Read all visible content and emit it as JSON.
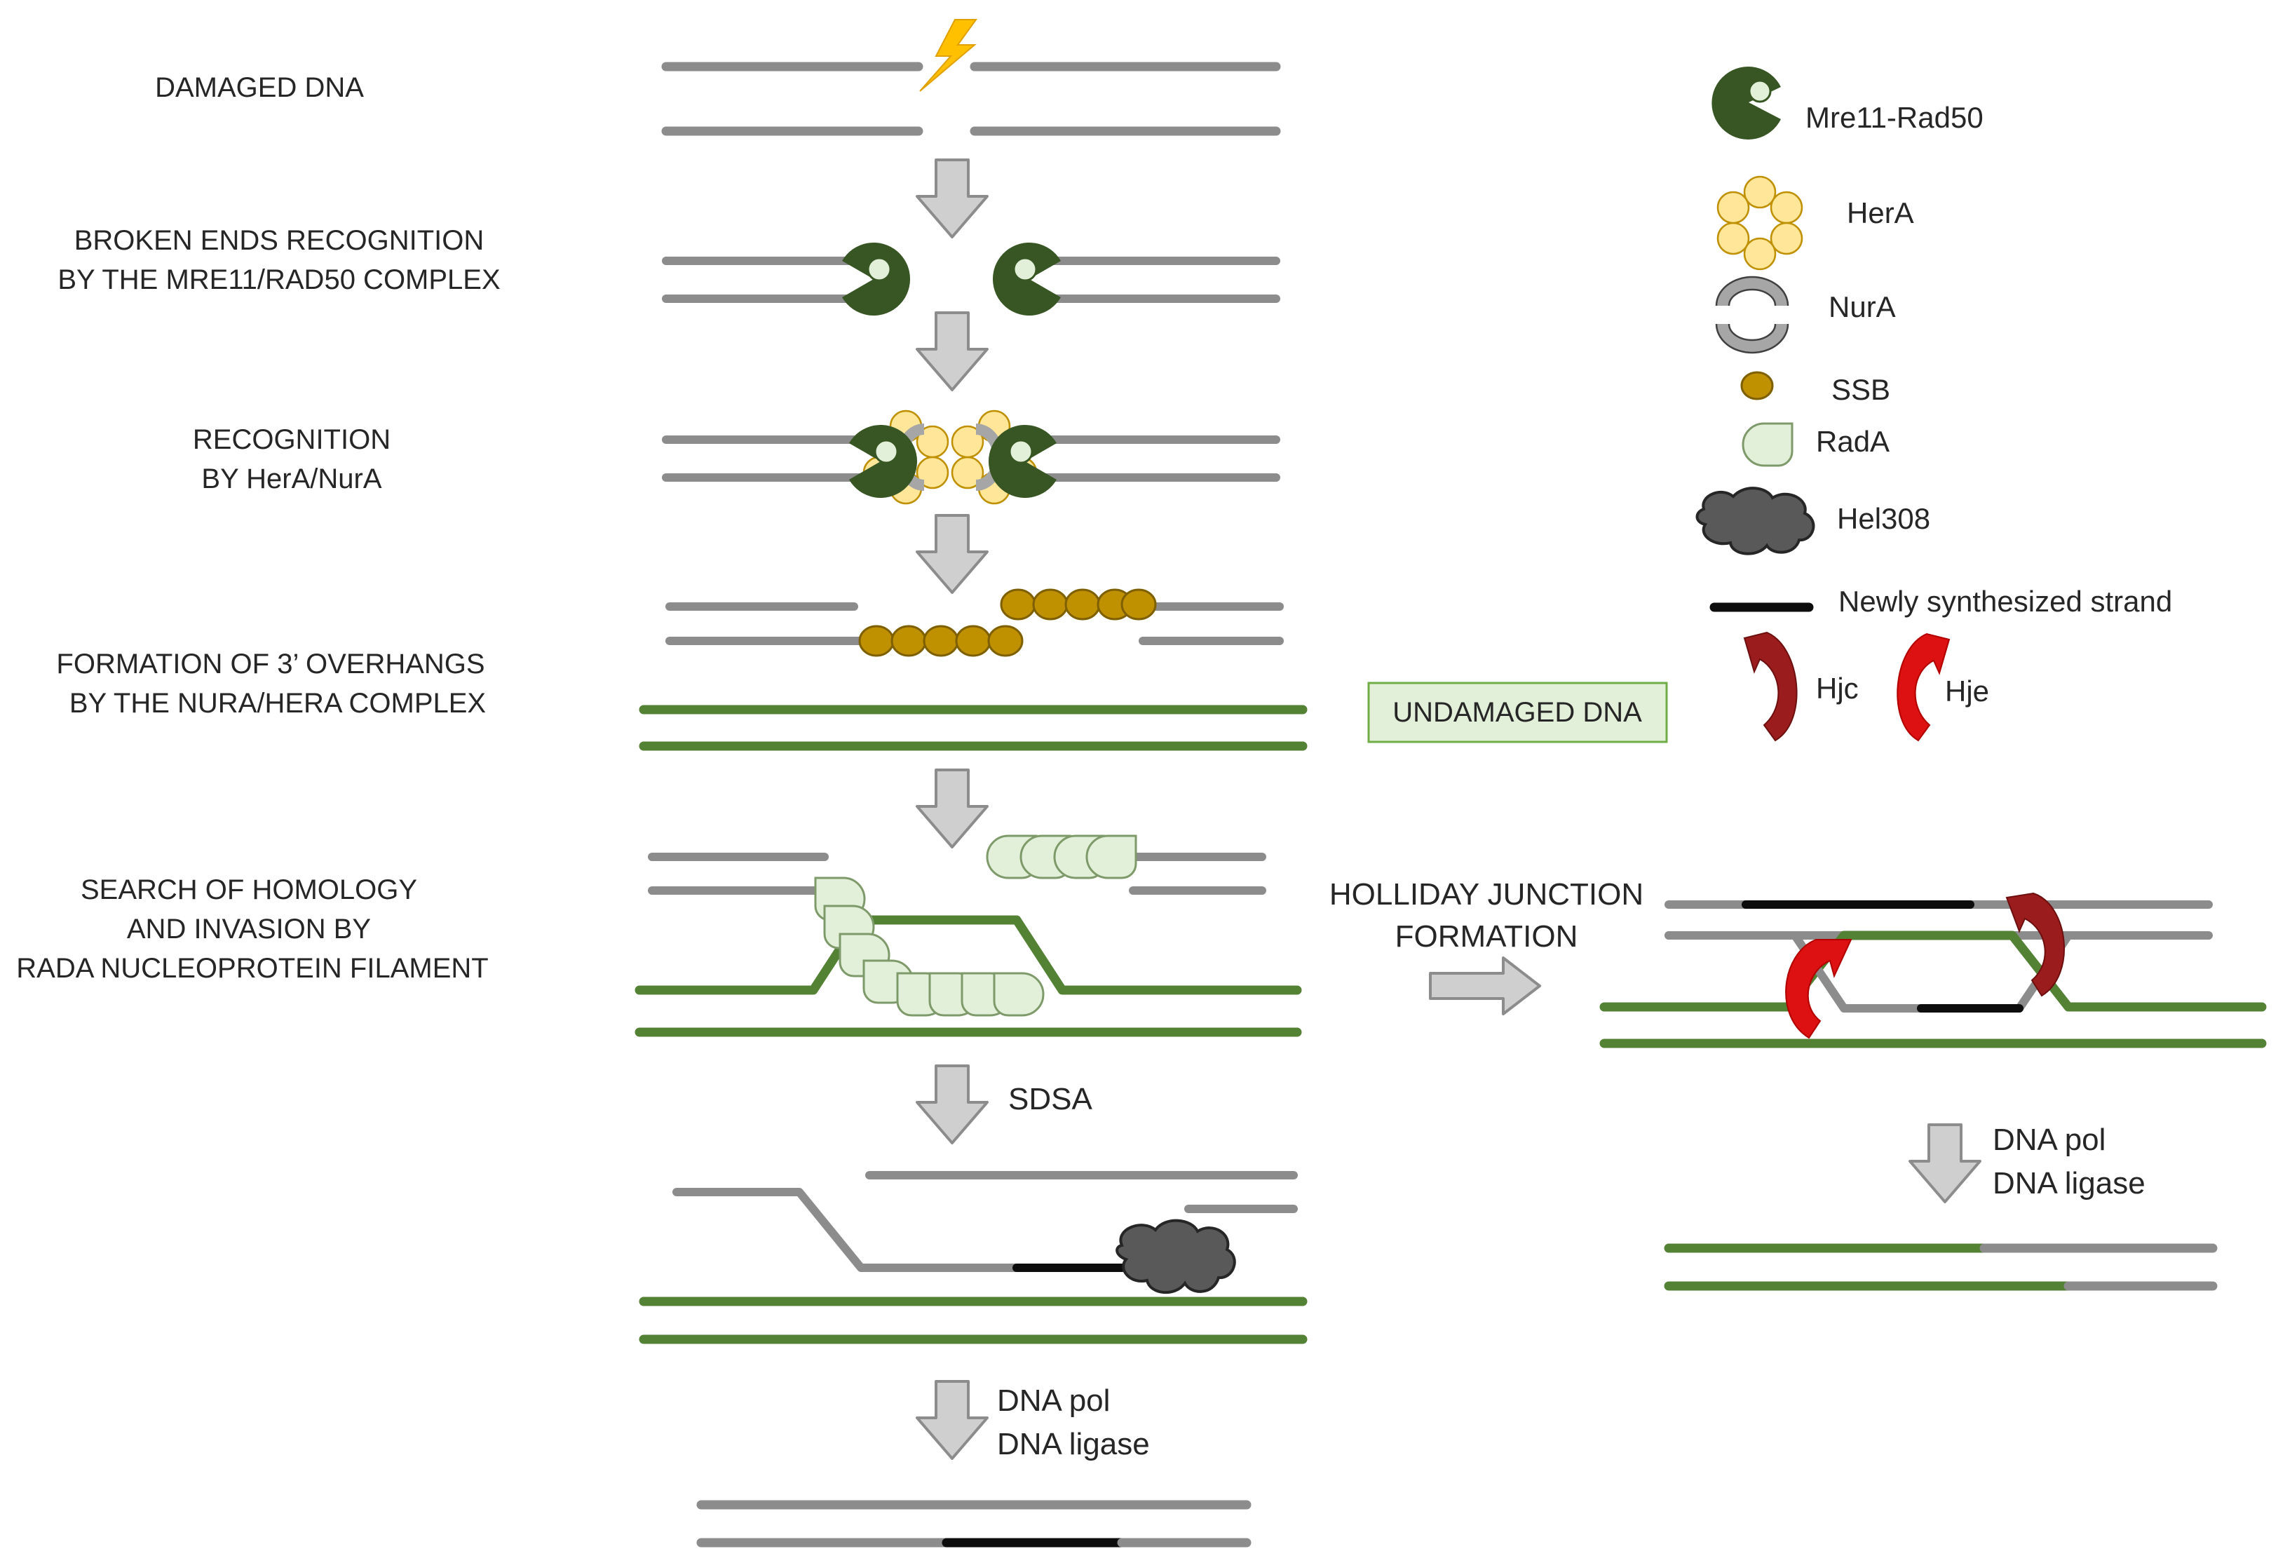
{
  "steps": {
    "damaged": "DAMAGED DNA",
    "recognition_line1": "BROKEN ENDS RECOGNITION",
    "recognition_line2": "BY THE MRE11/RAD50 COMPLEX",
    "hera_line1": "RECOGNITION",
    "hera_line2": "BY HerA/NurA",
    "overhang_line1": "FORMATION OF 3’ OVERHANGS",
    "overhang_line2": "BY THE NURA/HERA COMPLEX",
    "search_line1": "SEARCH OF HOMOLOGY",
    "search_line2": "AND INVASION BY",
    "search_line3": "RADA NUCLEOPROTEIN FILAMENT"
  },
  "boxes": {
    "undamaged": "UNDAMAGED DNA"
  },
  "pathways": {
    "sdsa": "SDSA",
    "holliday_line1": "HOLLIDAY JUNCTION",
    "holliday_line2": "FORMATION",
    "dna_pol": "DNA pol",
    "dna_ligase": "DNA ligase"
  },
  "legend": {
    "mre11": "Mre11-Rad50",
    "hera": "HerA",
    "nura": "NurA",
    "ssb": "SSB",
    "rada": "RadA",
    "hel308": "Hel308",
    "new_strand": "Newly synthesized strand",
    "hjc": "Hjc",
    "hje": "Hje"
  },
  "colors": {
    "damaged_strand": "#8c8c8c",
    "undamaged_strand": "#548235",
    "new_strand": "#0d0d0d",
    "mre11": "#375623",
    "hera": "#ffe699",
    "nura": "#a6a6a6",
    "ssb": "#bf9000",
    "rada": "#e2f0d9",
    "hel308": "#595959",
    "hjc": "#9b1c1c",
    "hje": "#dd1111",
    "lightning": "#ffc000",
    "arrow": "#c8c8c8"
  }
}
